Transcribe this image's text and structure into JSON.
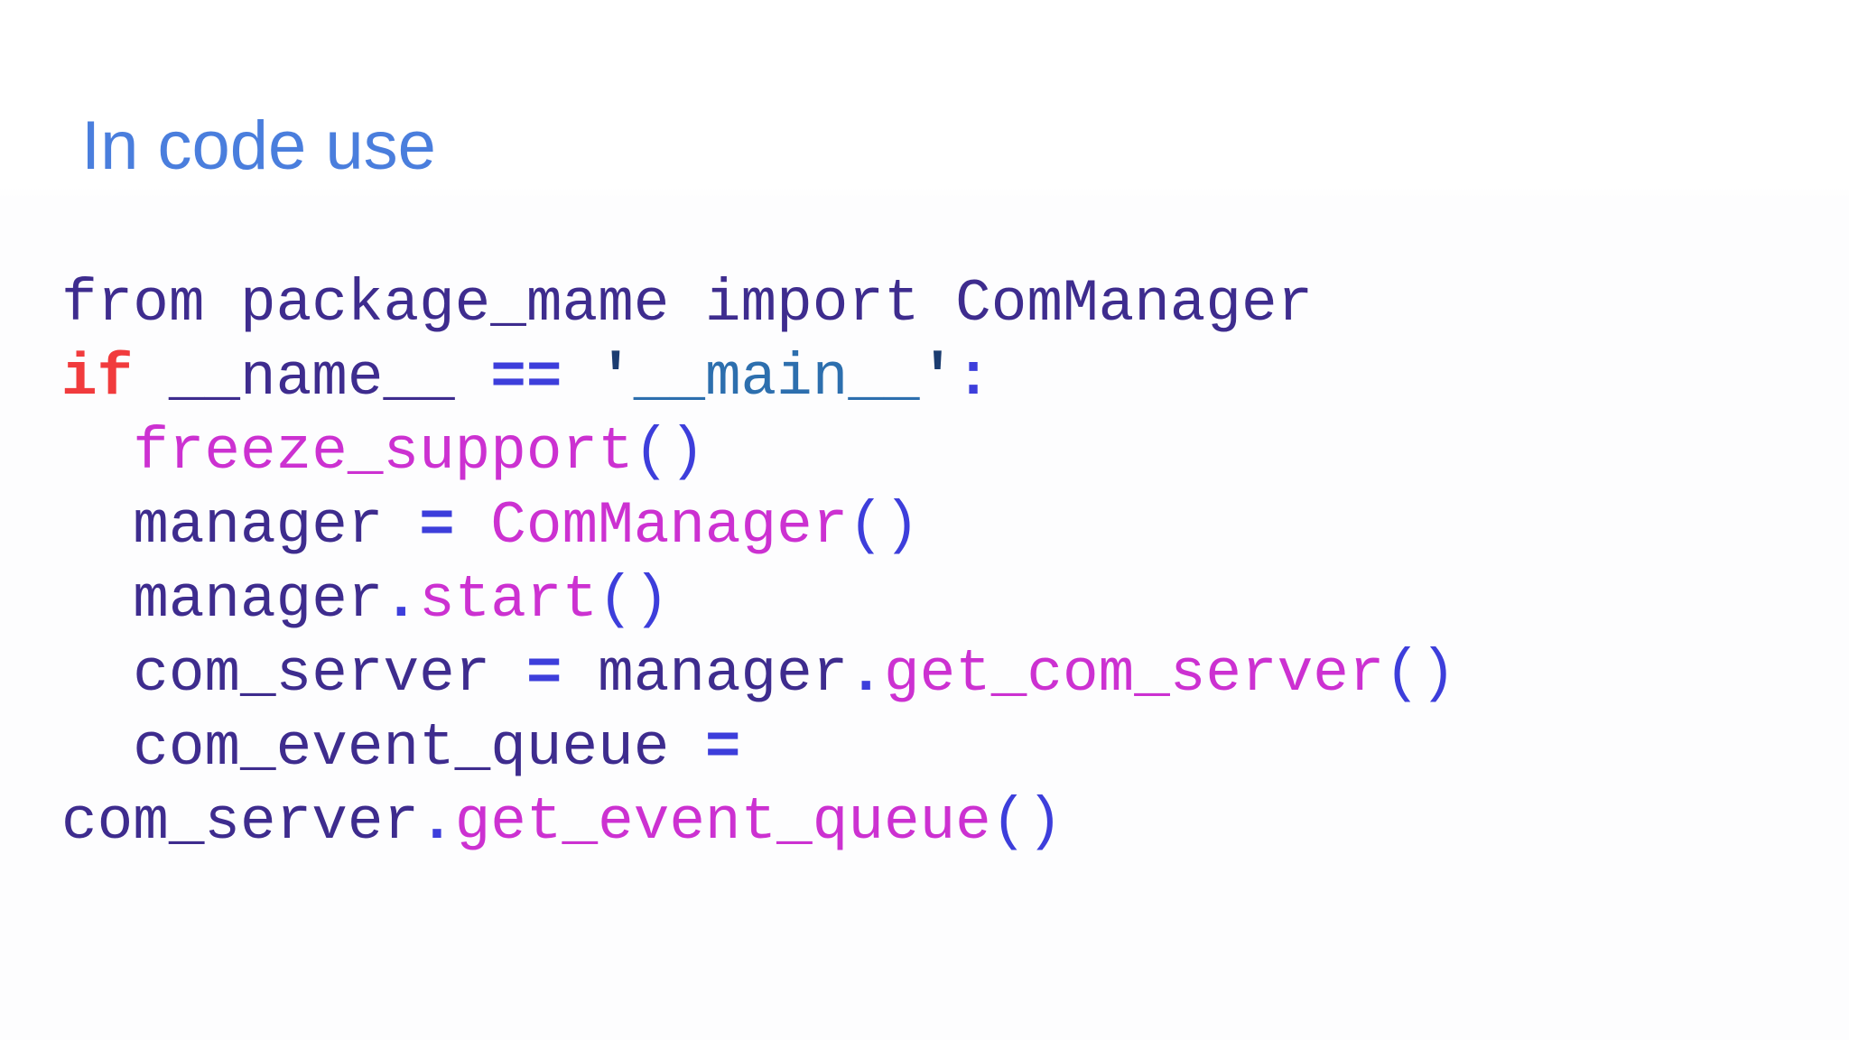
{
  "slide": {
    "title": "In code use",
    "colors": {
      "background": "#ffffff",
      "title": "#4a7edd",
      "identifier": "#3e2c8e",
      "keyword": "#f13b3d",
      "function": "#cc31d1",
      "punct": "#3d3edb",
      "quote": "#1b3c70",
      "string": "#2d6fae"
    },
    "code_lines": [
      [
        {
          "t": "from package_mame import ComManager",
          "c": "identifier"
        }
      ],
      [
        {
          "t": "if",
          "c": "keyword",
          "b": true
        },
        {
          "t": " __name__ ",
          "c": "identifier"
        },
        {
          "t": "==",
          "c": "punct",
          "b": true
        },
        {
          "t": " ",
          "c": "identifier"
        },
        {
          "t": "'",
          "c": "quote",
          "b": true
        },
        {
          "t": "__main__",
          "c": "string"
        },
        {
          "t": "'",
          "c": "quote",
          "b": true
        },
        {
          "t": ":",
          "c": "punct",
          "b": true
        }
      ],
      [
        {
          "t": "  ",
          "c": "identifier"
        },
        {
          "t": "freeze_support",
          "c": "function"
        },
        {
          "t": "()",
          "c": "punct"
        }
      ],
      [
        {
          "t": "  manager ",
          "c": "identifier"
        },
        {
          "t": "=",
          "c": "punct",
          "b": true
        },
        {
          "t": " ",
          "c": "identifier"
        },
        {
          "t": "ComManager",
          "c": "function"
        },
        {
          "t": "()",
          "c": "punct"
        }
      ],
      [
        {
          "t": "  manager",
          "c": "identifier"
        },
        {
          "t": ".",
          "c": "punct",
          "b": true
        },
        {
          "t": "start",
          "c": "function"
        },
        {
          "t": "()",
          "c": "punct"
        }
      ],
      [
        {
          "t": "  com_server ",
          "c": "identifier"
        },
        {
          "t": "=",
          "c": "punct",
          "b": true
        },
        {
          "t": " manager",
          "c": "identifier"
        },
        {
          "t": ".",
          "c": "punct",
          "b": true
        },
        {
          "t": "get_com_server",
          "c": "function"
        },
        {
          "t": "()",
          "c": "punct"
        }
      ],
      [
        {
          "t": "  com_event_queue ",
          "c": "identifier"
        },
        {
          "t": "=",
          "c": "punct",
          "b": true
        }
      ],
      [
        {
          "t": "com_server",
          "c": "identifier"
        },
        {
          "t": ".",
          "c": "punct",
          "b": true
        },
        {
          "t": "get_event_queue",
          "c": "function"
        },
        {
          "t": "()",
          "c": "punct"
        }
      ]
    ]
  }
}
